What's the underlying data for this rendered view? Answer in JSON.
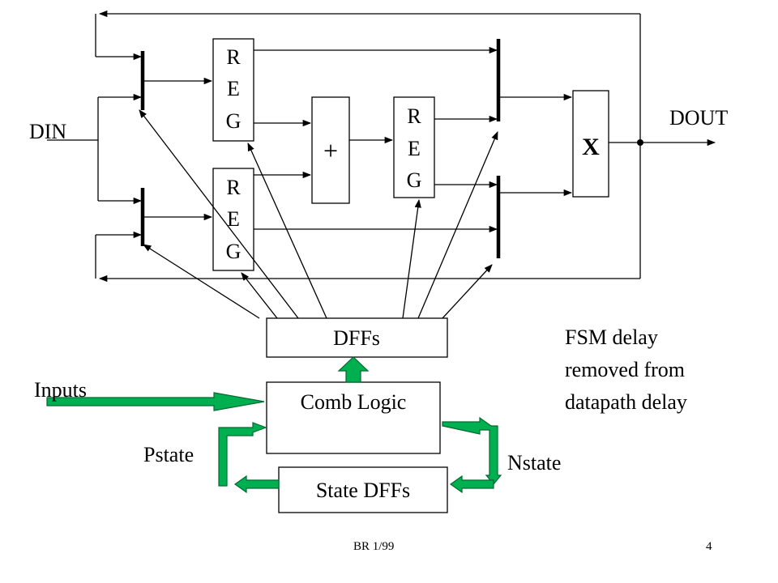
{
  "labels": {
    "din": "DIN",
    "dout": "DOUT",
    "reg_letters": [
      "R",
      "E",
      "G"
    ],
    "adder": "+",
    "multiplier": "X",
    "dffs": "DFFs",
    "comb_logic": "Comb Logic",
    "state_dffs": "State DFFs",
    "inputs": "Inputs",
    "pstate": "Pstate",
    "nstate": "Nstate",
    "note_lines": [
      "FSM delay",
      "removed from",
      "datapath delay"
    ]
  },
  "footer": {
    "left": "BR 1/99",
    "page": "4"
  },
  "colors": {
    "control_arrows": "#00b050",
    "lines": "#000000"
  }
}
